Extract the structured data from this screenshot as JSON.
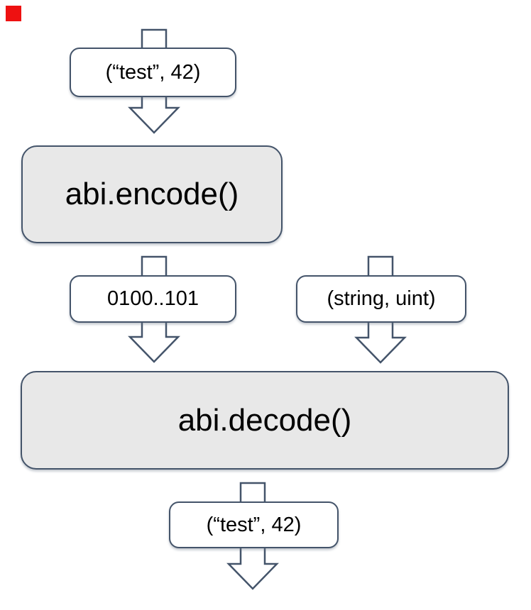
{
  "colors": {
    "stroke": "#44546a",
    "process_fill": "#e8e8e8",
    "data_fill": "#ffffff",
    "text": "#000000",
    "marker_red": "#ee1111",
    "bg": "#ffffff"
  },
  "nodes": {
    "input": {
      "label": "(“test”, 42)"
    },
    "encode": {
      "label": "abi.encode()"
    },
    "encoded": {
      "label": "0100..101"
    },
    "types": {
      "label": "(string, uint)"
    },
    "decode": {
      "label": "abi.decode()"
    },
    "output": {
      "label": "(“test”, 42)"
    }
  }
}
